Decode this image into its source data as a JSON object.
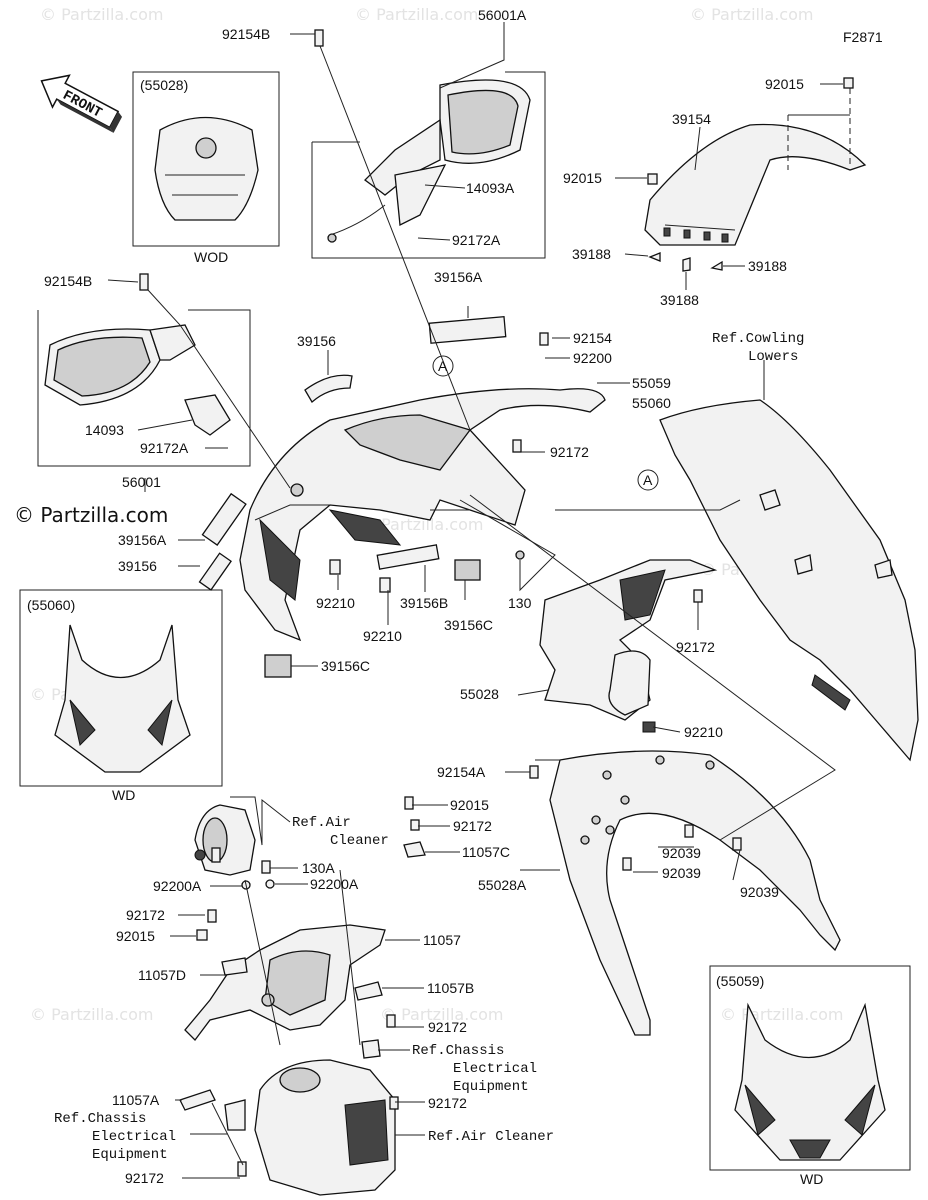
{
  "diagram_code": "F2871",
  "front_label": "FRONT",
  "watermarks": {
    "repeated": "© Partzilla.com",
    "main": "© Partzilla.com"
  },
  "insets": {
    "i55028": {
      "title": "(55028)",
      "caption": "WOD"
    },
    "i55060": {
      "title": "(55060)",
      "caption": "WD"
    },
    "i55059": {
      "title": "(55059)",
      "caption": "WD"
    }
  },
  "labels": {
    "l56001A": "56001A",
    "l92154B_top": "92154B",
    "l92015_top": "92015",
    "l39154": "39154",
    "l92015_mid": "92015",
    "l14093A": "14093A",
    "l92172A_top": "92172A",
    "l39188_a": "39188",
    "l39188_b": "39188",
    "l39188_c": "39188",
    "l92154B_left": "92154B",
    "l39156A_top": "39156A",
    "l39156": "39156",
    "l92154_mid": "92154",
    "l92200_mid": "92200",
    "l55059": "55059",
    "l55060": "55060",
    "refCowl1": "Ref.Cowling",
    "refCowl2": "Lowers",
    "l14093": "14093",
    "l92172A_left": "92172A",
    "l92172_mid": "92172",
    "l56001": "56001",
    "l39156A_left": "39156A",
    "l39156_left": "39156",
    "l92210_a": "92210",
    "l39156B": "39156B",
    "l130_mid": "130",
    "l92210_b": "92210",
    "l39156C_mid": "39156C",
    "l92172_right": "92172",
    "l39156C_left": "39156C",
    "l55028": "55028",
    "l92210_c": "92210",
    "l92154A": "92154A",
    "refAir1": "Ref.Air",
    "refAir2": "Cleaner",
    "l92015_low": "92015",
    "l92172_low1": "92172",
    "l11057C": "11057C",
    "l130A": "130A",
    "l92039_a": "92039",
    "l92039_b": "92039",
    "l92039_c": "92039",
    "l92200A_a": "92200A",
    "l92200A_b": "92200A",
    "l55028A": "55028A",
    "l92172_low2": "92172",
    "l92015_low2": "92015",
    "l11057": "11057",
    "l11057D": "11057D",
    "l11057B": "11057B",
    "l92172_low3": "92172",
    "refChassisR1": "Ref.Chassis",
    "refChassisR2": "Electrical",
    "refChassisR3": "Equipment",
    "l11057A": "11057A",
    "refChassisL1": "Ref.Chassis",
    "refChassisL2": "Electrical",
    "refChassisL3": "Equipment",
    "l92172_low4": "92172",
    "refAirLow": "Ref.Air Cleaner",
    "l92172_bottom": "92172",
    "markerA1": "A",
    "markerA2": "A"
  }
}
